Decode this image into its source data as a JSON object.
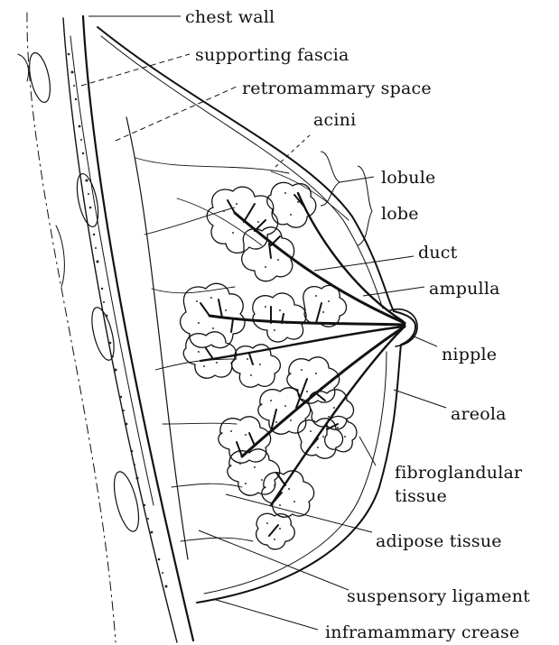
{
  "labels": {
    "chest_wall": "chest wall",
    "supporting_fascia": "supporting fascia",
    "retromammary_space": "retromammary space",
    "acini": "acini",
    "lobule": "lobule",
    "lobe": "lobe",
    "duct": "duct",
    "ampulla": "ampulla",
    "nipple": "nipple",
    "areola": "areola",
    "fibroglandular_line1": "fibroglandular",
    "fibroglandular_line2": "tissue",
    "adipose_tissue": "adipose tissue",
    "suspensory_ligament": "suspensory ligament",
    "inframammary_crease": "inframammary crease"
  },
  "colors": {
    "ink": "#111111",
    "background": "#ffffff"
  }
}
